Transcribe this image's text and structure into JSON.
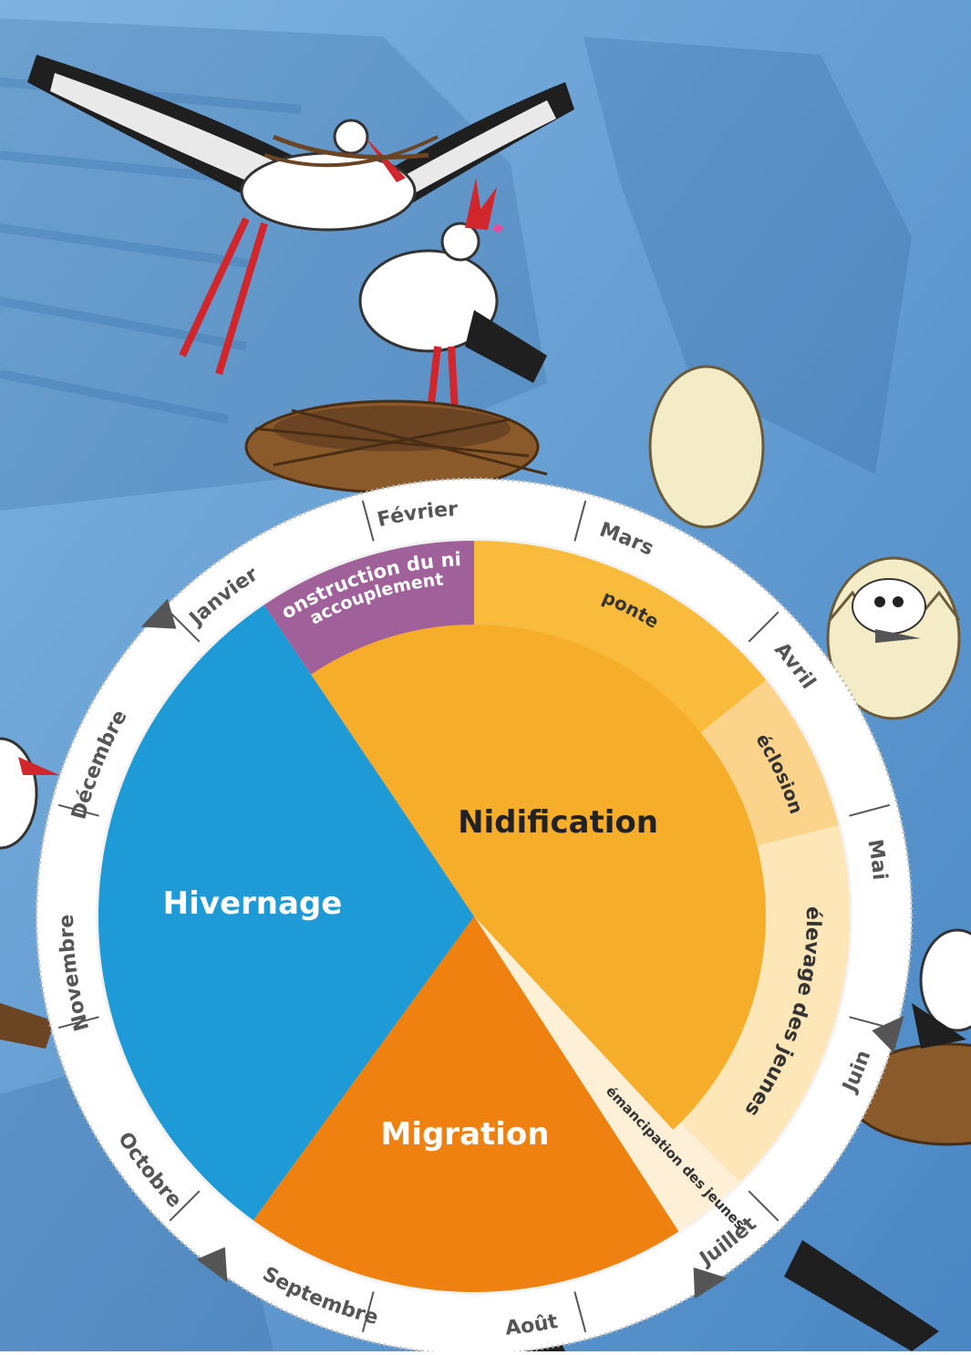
{
  "months": [
    "Janvier",
    "Février",
    "Mars",
    "Avril",
    "Mai",
    "Juin",
    "Juillet",
    "Août",
    "Septembre",
    "Octobre",
    "Novembre",
    "Décembre"
  ],
  "phases": {
    "nidification": "Nidification",
    "hivernage": "Hivernage",
    "migration": "Migration"
  },
  "stages": {
    "construction_line1": "construction du nid",
    "construction_line2": "accouplement",
    "ponte": "ponte",
    "eclosion": "éclosion",
    "elevage": "élevage des jeunes",
    "emancipation": "émancipation des jeunes"
  },
  "colors": {
    "background": "#5f9bcd",
    "hivernage": "#1e9ad6",
    "nidification": "#f6ae2a",
    "migration": "#ee8110",
    "construction": "#a0609a",
    "ponte": "#f9bb3c",
    "eclosion": "#fbd38a",
    "elevage": "#fde6b7",
    "emancipation": "#fdf0d6",
    "month_ring": "#ffffff",
    "month_text": "#555555"
  },
  "icons": {
    "stork": "stork-illustration",
    "nest": "nest-illustration",
    "egg": "egg-illustration",
    "chick": "hatching-chick-illustration"
  }
}
